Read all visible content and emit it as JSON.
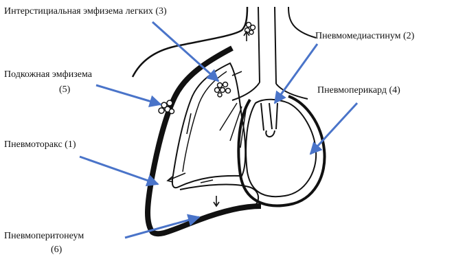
{
  "labels": {
    "interstitial": "Интерстициальная эмфизема легких (3)",
    "mediastinum": "Пневмомедиастинум (2)",
    "subcutaneous": "Подкожная эмфизема",
    "subcutaneous_num": "(5)",
    "pericardium": "Пневмоперикард (4)",
    "pneumothorax": "Пневмоторакс (1)",
    "peritoneum": "Пневмоперитонеум",
    "peritoneum_num": "(6)"
  },
  "colors": {
    "arrow": "#4a74c9",
    "line": "#111111",
    "background": "#ffffff"
  }
}
